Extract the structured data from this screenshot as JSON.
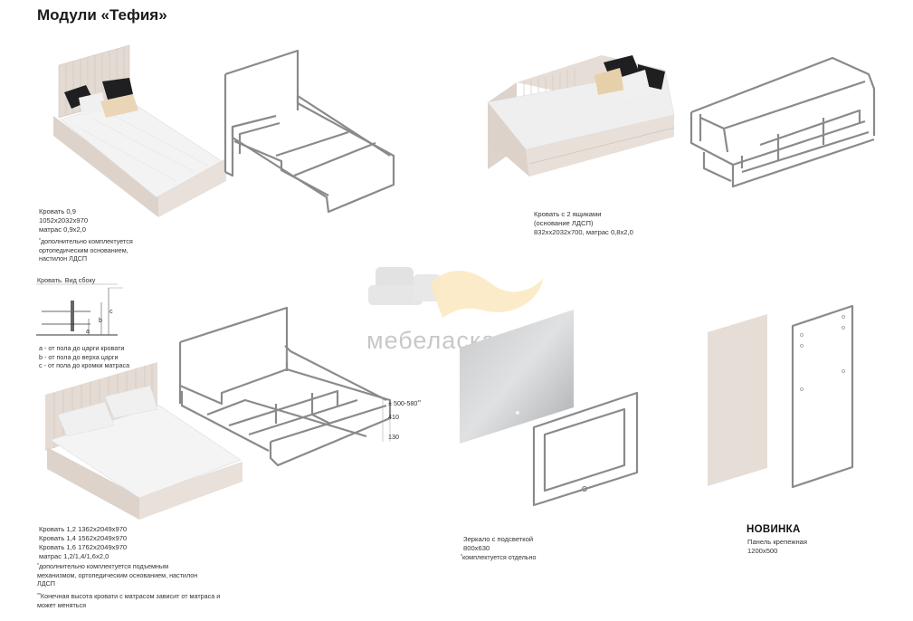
{
  "page": {
    "title": "Модули «Тефия»"
  },
  "watermark": {
    "text": "мебеласка"
  },
  "bed09": {
    "lines": [
      "Кровать 0,9",
      "1052х2032х970",
      "матрас 0,9х2,0"
    ],
    "note_mark": "*",
    "note": "дополнительно комплектуется ортопедическим основанием, настилон ЛДСП"
  },
  "bed_drawers": {
    "lines": [
      "Кровать с 2 ящиками",
      "(основание ЛДСП)",
      "832хх2032х700, матрас 0,8х2,0"
    ]
  },
  "side_view": {
    "title": "Кровать. Вид сбоку",
    "letters": {
      "a": "a",
      "b": "b",
      "c": "c"
    },
    "legend": [
      "a - от пола до царги кровати",
      "b - от пола до верха царги",
      "c - от пола до кромки матраса"
    ]
  },
  "bed_large": {
    "lines": [
      "Кровать 1,2 1362х2049х970",
      "Кровать 1,4 1562х2049х970",
      "Кровать 1,6 1762х2049х970",
      "матрас 1,2/1,4/1,6х2,0"
    ],
    "note1_mark": "*",
    "note1": "дополнительно комплектуется подъемным механизмом, ортопедическим основанием, настилон ЛДСП",
    "note2_mark": "**",
    "note2": "Конечная высота кровати с матрасом зависит от матраса и может меняться",
    "dims": {
      "top": "± 500-580",
      "top_mark": "**",
      "mid": "410",
      "low": "130"
    }
  },
  "mirror": {
    "lines": [
      "Зеркало с подсветкой",
      "800х630"
    ],
    "note_mark": "*",
    "note": "комплектуется отдельно"
  },
  "panel": {
    "badge": "НОВИНКА",
    "lines": [
      "Панель крепежная",
      "1200х500"
    ]
  },
  "colors": {
    "furniture": "#e6ddd6",
    "furniture_dark": "#d4c9c0",
    "outline": "#8a8a8a",
    "mirror_glass": "#b9bcbe"
  }
}
